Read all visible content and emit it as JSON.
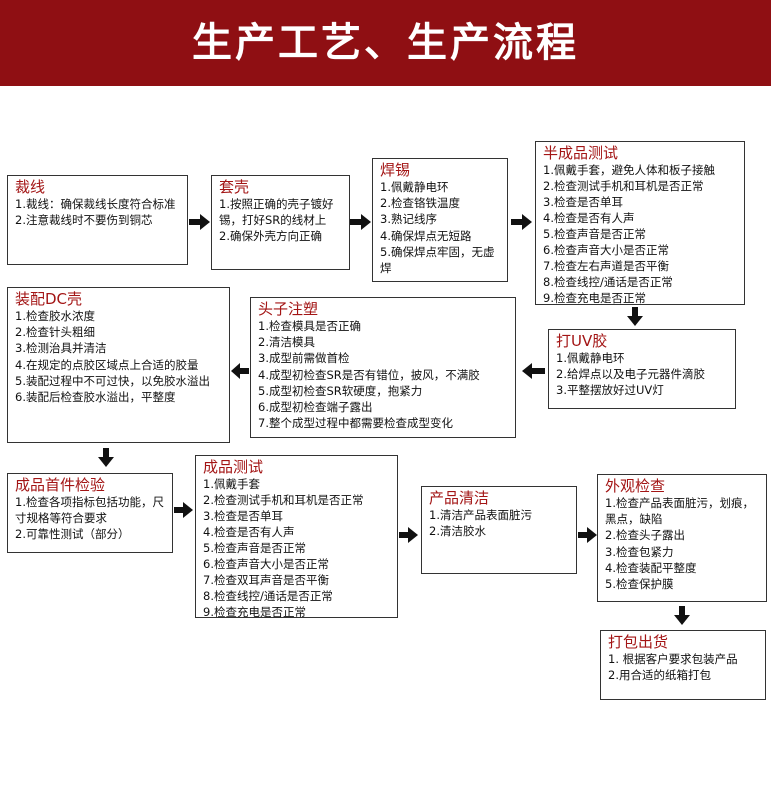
{
  "title": "生产工艺、生产流程",
  "colors": {
    "banner": "#8f0f13",
    "step_title": "#a31515",
    "border": "#333333",
    "arrow": "#111111"
  },
  "steps": [
    {
      "id": "cut-wire",
      "title": "裁线",
      "items": [
        "1.裁线：确保裁线长度符合标准",
        "2.注意裁线时不要伤到铜芯"
      ]
    },
    {
      "id": "shell-assembly",
      "title": "套壳",
      "items": [
        "1.按照正确的壳子镀好锡，打好SR的线材上",
        "2.确保外壳方向正确"
      ]
    },
    {
      "id": "soldering",
      "title": "焊锡",
      "items": [
        "1.佩戴静电环",
        "2.检查铬铁温度",
        "3.熟记线序",
        "4.确保焊点无短路",
        "5.确保焊点牢固，无虚焊"
      ]
    },
    {
      "id": "semi-finished-test",
      "title": "半成品测试",
      "items": [
        "1.佩戴手套，避免人体和板子接触",
        "2.检查测试手机和耳机是否正常",
        "3.检查是否单耳",
        "4.检查是否有人声",
        "5.检查声音是否正常",
        "6.检查声音大小是否正常",
        "7.检查左右声道是否平衡",
        "8.检查线控/通话是否正常",
        "9.检查充电是否正常"
      ]
    },
    {
      "id": "uv-glue",
      "title": "打UV胶",
      "items": [
        "1.佩戴静电环",
        "2.给焊点以及电子元器件滴胶",
        "3.平整摆放好过UV灯"
      ]
    },
    {
      "id": "plug-molding",
      "title": "头子注塑",
      "items": [
        "1.检查模具是否正确",
        "2.清洁模具",
        "3.成型前需做首检",
        "4.成型初检查SR是否有错位，披风，不满胶",
        "5.成型初检查SR软硬度，抱紧力",
        "6.成型初检查端子露出",
        "7.整个成型过程中都需要检查成型变化"
      ]
    },
    {
      "id": "dc-shell-assembly",
      "title": "装配DC壳",
      "items": [
        "1.检查胶水浓度",
        "2.检查针头粗细",
        "3.检测治具并清洁",
        "4.在规定的点胶区域点上合适的胶量",
        "5.装配过程中不可过快，以免胶水溢出",
        "6.装配后检查胶水溢出，平整度"
      ]
    },
    {
      "id": "first-article-inspection",
      "title": "成品首件检验",
      "items": [
        "1.检查各项指标包括功能，尺寸规格等符合要求",
        "2.可靠性测试（部分）"
      ]
    },
    {
      "id": "finished-product-test",
      "title": "成品测试",
      "items": [
        "1.佩戴手套",
        "2.检查测试手机和耳机是否正常",
        "3.检查是否单耳",
        "4.检查是否有人声",
        "5.检查声音是否正常",
        "6.检查声音大小是否正常",
        "7.检查双耳声音是否平衡",
        "8.检查线控/通话是否正常",
        "9.检查充电是否正常"
      ]
    },
    {
      "id": "product-cleaning",
      "title": "产品清洁",
      "items": [
        "1.清洁产品表面脏污",
        "2.清洁胶水"
      ]
    },
    {
      "id": "appearance-inspection",
      "title": "外观检查",
      "items": [
        "1.检查产品表面脏污，划痕，黑点，缺陷",
        "2.检查头子露出",
        "3.检查包紧力",
        "4.检查装配平整度",
        "5.检查保护膜"
      ]
    },
    {
      "id": "packing-shipping",
      "title": "打包出货",
      "items": [
        "1. 根据客户要求包装产品",
        "2.用合适的纸箱打包"
      ]
    }
  ]
}
